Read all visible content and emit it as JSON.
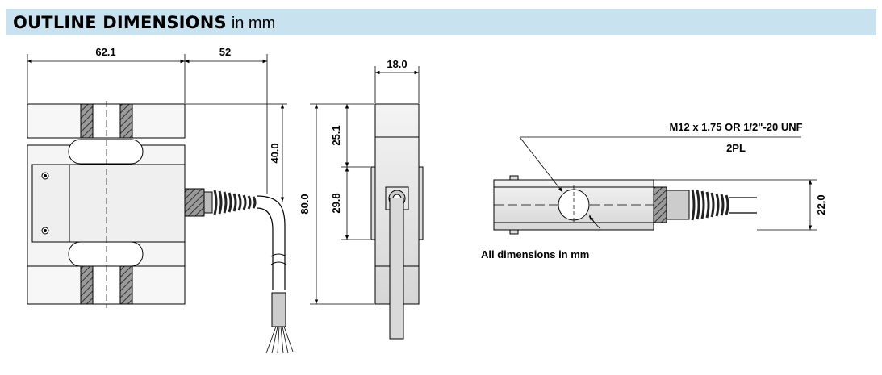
{
  "header": {
    "title": "OUTLINE DIMENSIONS",
    "unit": "in mm"
  },
  "dimensions": {
    "front_width_body": "62.1",
    "front_width_cable": "52",
    "front_height_to_cable": "40.0",
    "total_height": "80.0",
    "upper_to_plate": "25.1",
    "plate_height": "29.8",
    "side_thickness": "18.0",
    "bottom_height": "22.0"
  },
  "notes": {
    "thread": "M12 x 1.75 OR 1/2\"-20 UNF",
    "quantity": "2PL",
    "all_dimensions": "All dimensions in mm"
  }
}
